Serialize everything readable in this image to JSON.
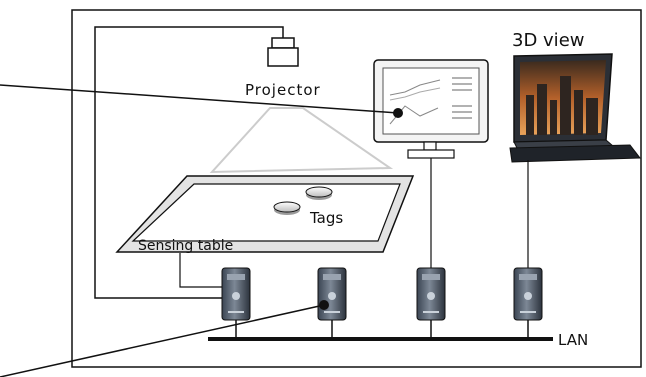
{
  "labels": {
    "projector": "Projector",
    "view3d": "3D view",
    "tags": "Tags",
    "sensing_table": "Sensing table",
    "lan": "LAN"
  },
  "colors": {
    "line": "#111111",
    "table_fill": "#e6e6e6",
    "beam": "#c8c8c8",
    "pc_body": "#4a5563",
    "screen_sky": "#8a4a1c"
  },
  "icons": {
    "projector": "projector-icon",
    "monitor": "monitor-icon",
    "display_3d": "widescreen-display-icon",
    "server": "tower-pc-icon",
    "tag": "disc-tag-icon"
  }
}
